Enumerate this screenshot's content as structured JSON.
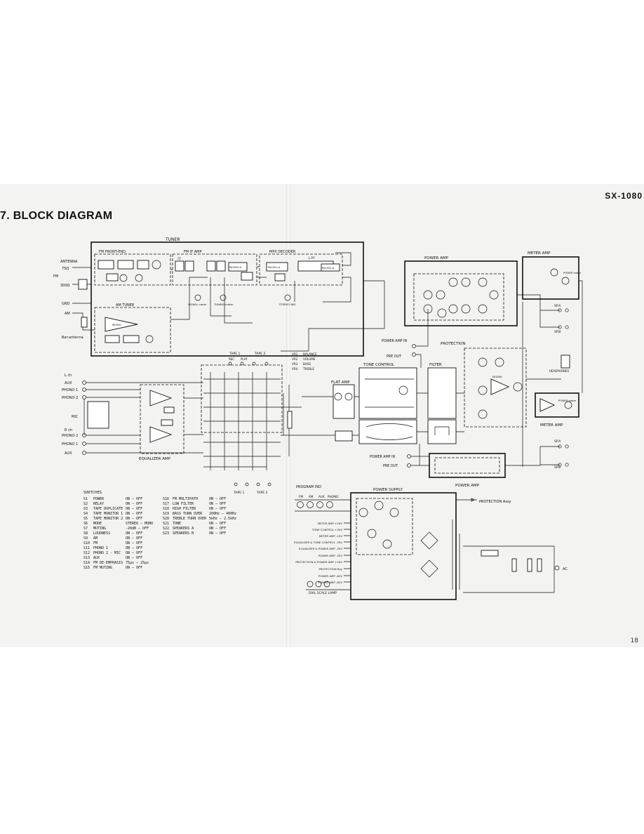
{
  "page": {
    "title": "7. BLOCK DIAGRAM",
    "model": "SX-1080",
    "page_number": "18"
  },
  "sections": {
    "tuner": "TUNER",
    "fm_front_end": "FM  FRONT-END",
    "fm_if_amp": "FM  IF  AMP",
    "mpx_decoder": "MPX  DECODER",
    "am_tuner": "AM  TUNER",
    "equalizer_amp": "EQUALIZER  AMP",
    "tone_control": "TONE  CONTROL",
    "flat_amp": "FLAT AMP",
    "filter": "FILTER",
    "protection": "PROTECTION",
    "power_amp_top": "POWER  AMP",
    "power_amp_bottom": "POWER  AMP",
    "meter_amp_top": "METER  AMP",
    "meter_amp_bottom": "METER  AMP",
    "power_supply": "POWER  SUPPLY",
    "program_ind": "PROGRAM  IND",
    "switches": "SWITCHES"
  },
  "labels": {
    "antenna": "ANTENNA",
    "ohm75": "75Ω",
    "fm": "FM",
    "ohm300": "300Ω",
    "gnd": "GND",
    "am": "AM",
    "bar_antenna": "Bar-antenna",
    "lch": "L ch",
    "rch": "R ch",
    "aux": "AUX",
    "phono1": "PHONO 1",
    "phono2": "PHONO 2",
    "mic": "MIC",
    "phono2r": "PHONO 2",
    "phono1r": "PHONO 1",
    "auxr": "AUX",
    "signal_meter": "SIGNAL meter",
    "tuning_meter": "TUNING meter",
    "stereo_ind": "STEREO IND",
    "tape1": "TAPE 1",
    "tape2": "TAPE 2",
    "rec": "REC",
    "play": "PLAY",
    "power_amp_in": "POWER AMP IN",
    "pre_out": "PRE OUT",
    "power_amp_in2": "POWER AMP  IN",
    "pre_out2": "PRE  OUT",
    "headphones": "HEADPHONES",
    "spa": "SP.A",
    "spb": "SP.B",
    "power_meter": "POWER meter",
    "protection_assy": "PROTECTION  Assy",
    "ac": "AC",
    "dial_scale_lamp": "DIAL SCALE LAMP",
    "protection_ry": "PROTECTION  Ryy",
    "ic_pa3001": "PA3001",
    "ic_pa1001": "PA1001-A",
    "ic_pa1002": "PA1002-A",
    "ic_pa3008": "PA3008",
    "lpf": "L.P.F",
    "cf": "CF"
  },
  "program_ind": [
    "FM",
    "AM",
    "AUX",
    "PHONO"
  ],
  "volumes": [
    {
      "id": "VR1",
      "name": "BALANCE"
    },
    {
      "id": "VR2",
      "name": "VOLUME"
    },
    {
      "id": "VR3",
      "name": "BASS"
    },
    {
      "id": "VR4",
      "name": "TREBLE"
    }
  ],
  "supply_rails": [
    "METER AMP  +20V",
    "TONE CONTROL  +35V",
    "METER AMP  -15V",
    "EQUALIZER & TONE CONTROL  -35V",
    "EQUALIZER & POWER AMP  -35V",
    "POWER AMP  -35V",
    "PROTECTION & POWER AMP  +20V",
    "PROTECTION  Ryy",
    "POWER  AMP  -82V",
    "POWER  AMP  -82V"
  ],
  "switches_left": [
    {
      "sw": "S1",
      "name": "POWER",
      "pos": "ON — OFF"
    },
    {
      "sw": "S2",
      "name": "RELAY",
      "pos": "ON — OFF"
    },
    {
      "sw": "S3",
      "name": "TAPE DUPLICATE",
      "pos": "ON — OFF"
    },
    {
      "sw": "S4",
      "name": "TAPE MONITOR 1",
      "pos": "ON — OFF"
    },
    {
      "sw": "S5",
      "name": "TAPE MONITOR 2",
      "pos": "ON — OFF"
    },
    {
      "sw": "S6",
      "name": "MODE",
      "pos": "STEREO — MONO"
    },
    {
      "sw": "S7",
      "name": "MUTING",
      "pos": "-20dB — OFF"
    },
    {
      "sw": "S8",
      "name": "LOUDNESS",
      "pos": "ON — OFF"
    },
    {
      "sw": "S9",
      "name": "AM",
      "pos": "ON — OFF"
    },
    {
      "sw": "S10",
      "name": "FM",
      "pos": "ON — OFF"
    },
    {
      "sw": "S11",
      "name": "PHONO 1",
      "pos": "ON — OFF"
    },
    {
      "sw": "S12",
      "name": "PHONO 2 - MIC",
      "pos": "ON — OFF"
    },
    {
      "sw": "S13",
      "name": "AUX",
      "pos": "ON — OFF"
    },
    {
      "sw": "S14",
      "name": "FM DE-EMPHASIS",
      "pos": "75µs — 25µs"
    },
    {
      "sw": "S15",
      "name": "FM MUTING",
      "pos": "ON — OFF"
    }
  ],
  "switches_right": [
    {
      "sw": "S16",
      "name": "FM MULTIPATH",
      "pos": "ON — OFF"
    },
    {
      "sw": "S17",
      "name": "LOW FILTER",
      "pos": "ON — OFF"
    },
    {
      "sw": "S18",
      "name": "HIGH FILTER",
      "pos": "ON — OFF"
    },
    {
      "sw": "S19",
      "name": "BASS TURN OVER",
      "pos": "200Hz — 400Hz"
    },
    {
      "sw": "S20",
      "name": "TREBLE TURN OVER",
      "pos": "5kHz — 2.5kHz"
    },
    {
      "sw": "S21",
      "name": "TONE",
      "pos": "ON — OFF"
    },
    {
      "sw": "S22",
      "name": "SPEAKERS A",
      "pos": "ON — OFF"
    },
    {
      "sw": "S23",
      "name": "SPEAKERS B",
      "pos": "ON — OFF"
    }
  ]
}
